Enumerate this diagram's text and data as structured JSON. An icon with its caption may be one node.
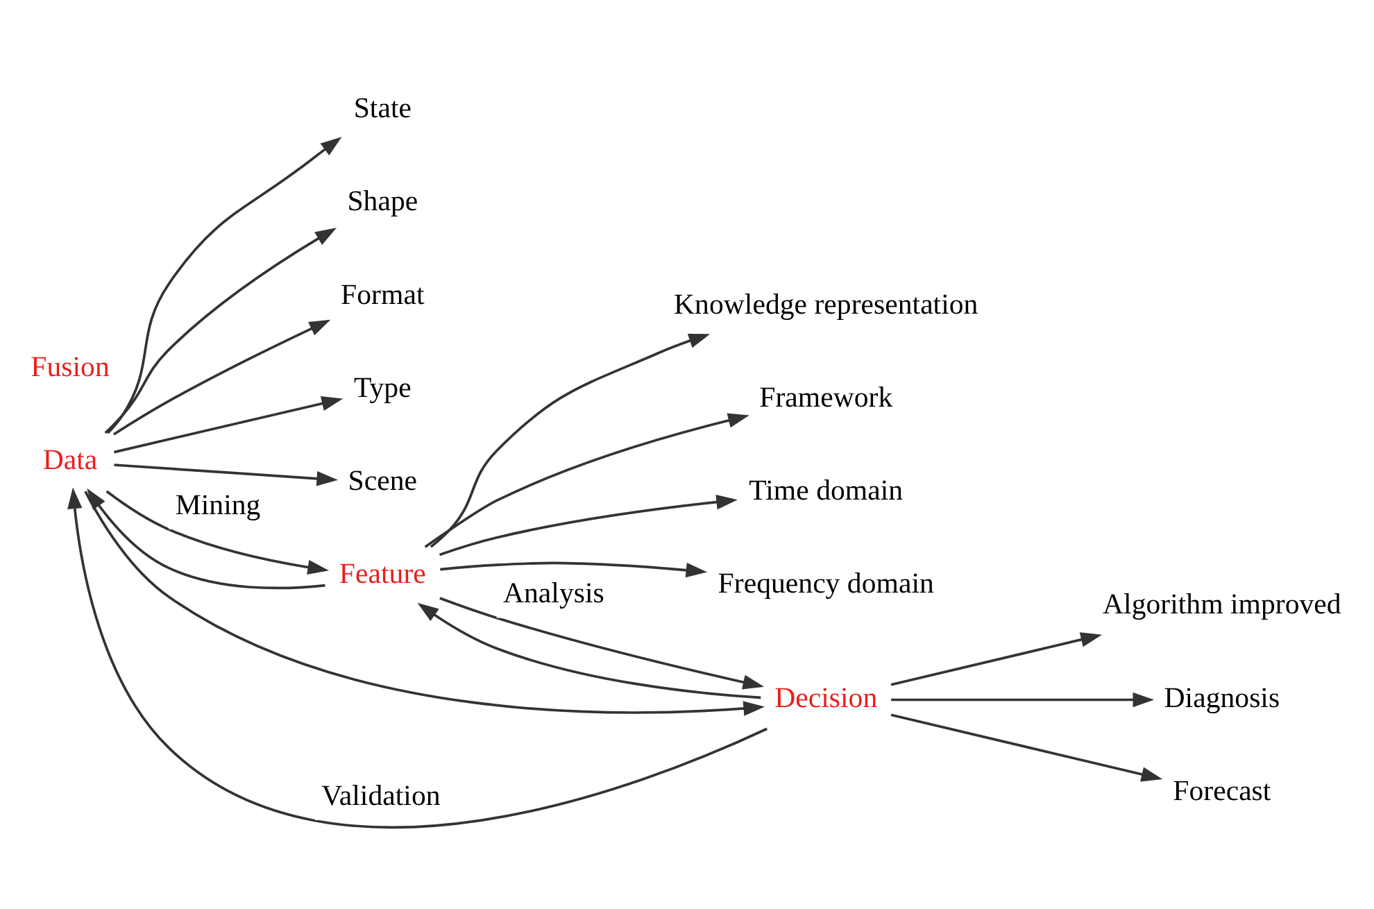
{
  "diagram": {
    "nodes": [
      {
        "text": [
          "Data"
        ]
      },
      {
        "text": [
          "State"
        ]
      },
      {
        "text": [
          "Shape"
        ]
      },
      {
        "text": [
          "Format"
        ]
      },
      {
        "text": [
          "Type"
        ]
      },
      {
        "text": [
          "Scene"
        ]
      },
      {
        "text": [
          "Feature"
        ]
      },
      {
        "text": [
          "Knowledge representation"
        ]
      },
      {
        "text": [
          "Framework"
        ]
      },
      {
        "text": [
          "Time domain"
        ]
      },
      {
        "text": [
          "Frequency domain"
        ]
      },
      {
        "text": [
          "Algorithm improved"
        ]
      },
      {
        "text": [
          "Diagnosis"
        ]
      },
      {
        "text": [
          "Forecast"
        ]
      },
      {
        "text": [
          "Decision"
        ]
      }
    ],
    "edges": [
      {
        "from": 0,
        "to": 1,
        "arrow": "to"
      },
      {
        "from": 0,
        "to": 2,
        "arrow": "to"
      },
      {
        "from": 0,
        "to": 3,
        "arrow": "to"
      },
      {
        "from": 0,
        "to": 4,
        "arrow": "to"
      },
      {
        "from": 0,
        "to": 5,
        "arrow": "to"
      },
      {
        "from": 6,
        "to": 7,
        "arrow": "to"
      },
      {
        "from": 6,
        "to": 8,
        "arrow": "to"
      },
      {
        "from": 6,
        "to": 9,
        "arrow": "to"
      },
      {
        "from": 6,
        "to": 10,
        "arrow": "to"
      },
      {
        "from": 14,
        "to": 11,
        "arrow": "to"
      },
      {
        "from": 14,
        "to": 12,
        "arrow": "to"
      },
      {
        "from": 14,
        "to": 13,
        "arrow": "to"
      },
      {
        "from": 0,
        "to": 6,
        "arrow": "to",
        "label": "Mining"
      },
      {
        "from": 6,
        "to": 0,
        "arrow": "to"
      },
      {
        "from": 6,
        "to": 14,
        "arrow": "to",
        "label": "Analysis"
      },
      {
        "from": 14,
        "to": 6,
        "arrow": "to"
      },
      {
        "from": 14,
        "to": 0,
        "arrow": "to",
        "label": "Validation"
      },
      {
        "from": 0,
        "to": 14,
        "arrow": "to"
      }
    ],
    "labels": [
      "Fusion"
    ]
  }
}
